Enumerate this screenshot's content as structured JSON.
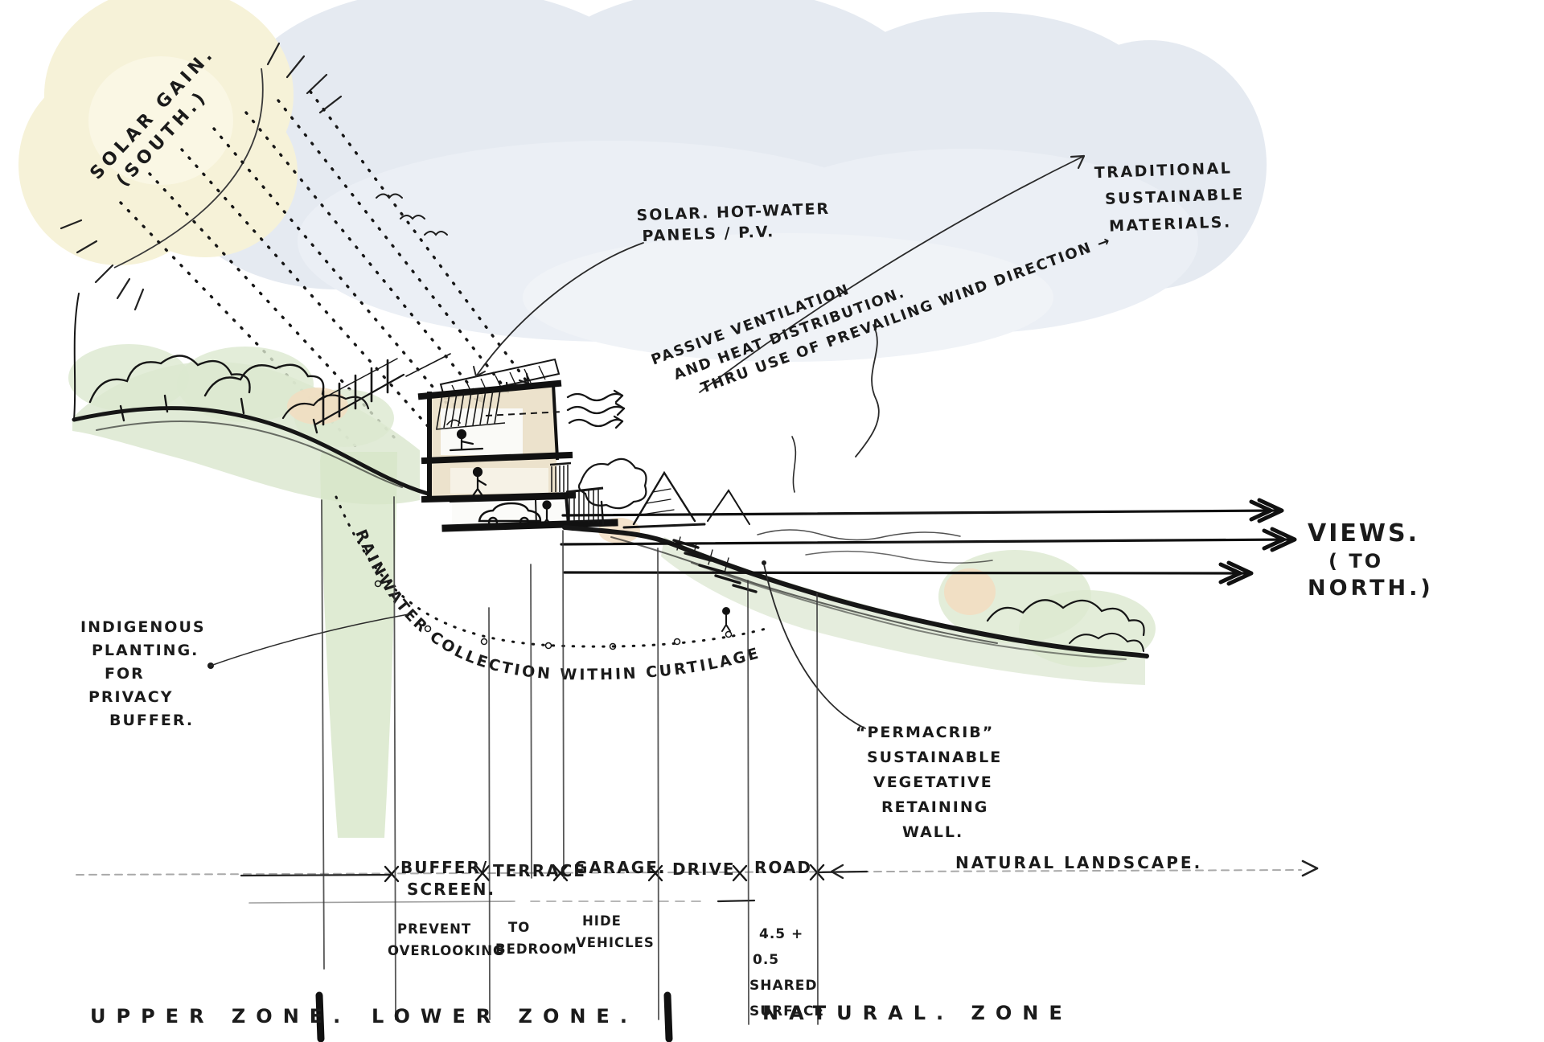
{
  "colors": {
    "ink": "#1c1c1c",
    "sky_wash": "#e5eaf1",
    "sun_wash": "#f6f2d8",
    "green_wash": "#dce8d0",
    "house_tan": "#eadfc6",
    "orange_accent": "#f2ddc1"
  },
  "annotations": {
    "solar_gain": {
      "lines": [
        "SOLAR GAIN.",
        "(SOUTH.)"
      ]
    },
    "solar_panels": {
      "lines": [
        "SOLAR. HOT-WATER",
        "PANELS / P.V."
      ]
    },
    "traditional_materials": {
      "lines": [
        "TRADITIONAL",
        "SUSTAINABLE",
        "MATERIALS."
      ]
    },
    "passive_ventilation": {
      "lines": [
        "PASSIVE VENTILATION",
        "AND HEAT DISTRIBUTION.",
        "THRU USE OF PREVAILING WIND DIRECTION →"
      ]
    },
    "views": {
      "lines": [
        "VIEWS.",
        "( TO",
        "NORTH.)"
      ]
    },
    "indigenous_planting": {
      "lines": [
        "INDIGENOUS",
        "PLANTING.",
        "FOR",
        "PRIVACY",
        "BUFFER."
      ]
    },
    "rainwater": {
      "text": "RAINWATER  COLLECTION  WITHIN  CURTILAGE"
    },
    "permacrib": {
      "lines": [
        "“PERMACRIB”",
        "SUSTAINABLE",
        "VEGETATIVE",
        "RETAINING",
        "WALL."
      ]
    }
  },
  "dimension_row": {
    "buffer": {
      "lines": [
        "BUFFER/",
        "SCREEN."
      ]
    },
    "terrace": "TERRACE",
    "garage": "GARAGE.",
    "drive": "DRIVE",
    "road": "ROAD",
    "natural_landscape": "NATURAL LANDSCAPE.",
    "notes": {
      "buffer": {
        "lines": [
          "PREVENT",
          "OVERLOOKING"
        ]
      },
      "terrace": {
        "lines": [
          "TO",
          "BEDROOM"
        ]
      },
      "garage": {
        "lines": [
          "HIDE",
          "VEHICLES"
        ]
      },
      "road": {
        "lines": [
          "4.5 +",
          "0.5",
          "SHARED",
          "SURFACE"
        ]
      }
    }
  },
  "zones": {
    "upper": "UPPER ZONE.",
    "lower": "LOWER ZONE.",
    "natural": "NATURAL. ZONE"
  }
}
